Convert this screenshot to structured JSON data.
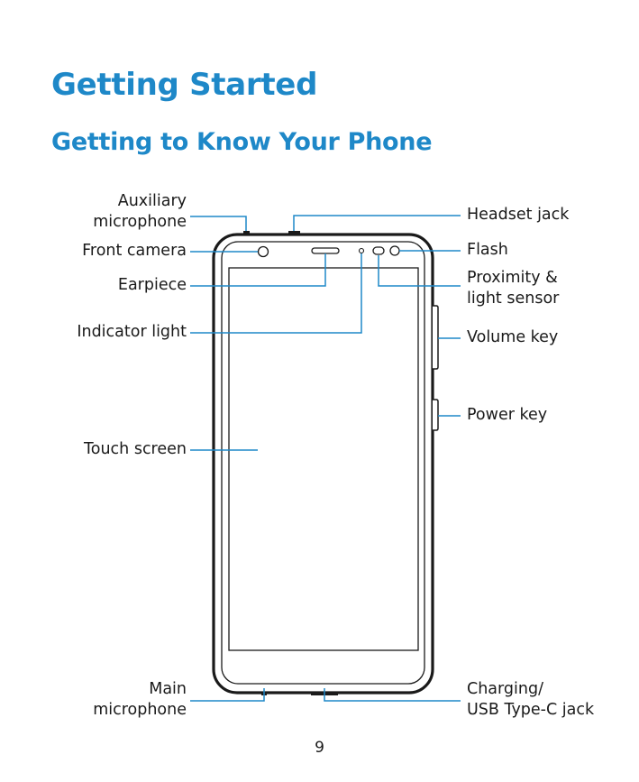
{
  "page": {
    "title": "Getting Started",
    "subtitle": "Getting to Know Your Phone",
    "page_number": "9"
  },
  "callouts": {
    "auxiliary_microphone": {
      "line1": "Auxiliary",
      "line2": "microphone"
    },
    "front_camera": "Front camera",
    "earpiece": "Earpiece",
    "indicator_light": "Indicator light",
    "touch_screen": "Touch screen",
    "main_microphone": {
      "line1": "Main",
      "line2": "microphone"
    },
    "headset_jack": "Headset jack",
    "flash": "Flash",
    "proximity_sensor": {
      "line1": "Proximity &",
      "line2": "light sensor"
    },
    "volume_key": "Volume key",
    "power_key": "Power key",
    "charging_jack": {
      "line1": "Charging/",
      "line2": "USB Type-C jack"
    }
  },
  "colors": {
    "heading": "#1e88c8",
    "leader_line": "#1e88c8",
    "device_outline": "#1a1a1a"
  }
}
